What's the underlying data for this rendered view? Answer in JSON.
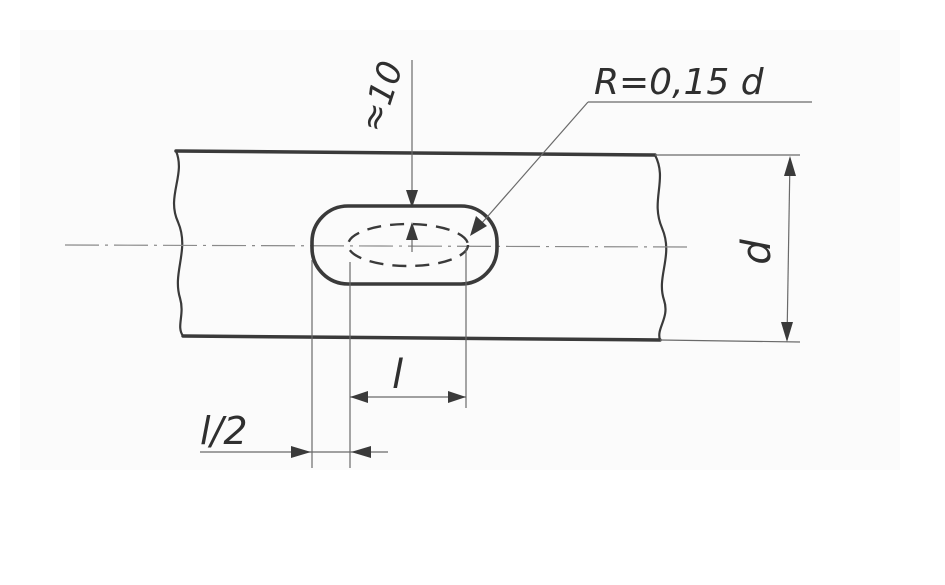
{
  "drawing": {
    "radius_note": "R=0,15 d",
    "depth_label": "≈10",
    "diameter_label": "d",
    "length_label": "l",
    "half_length_label": "l/2"
  }
}
